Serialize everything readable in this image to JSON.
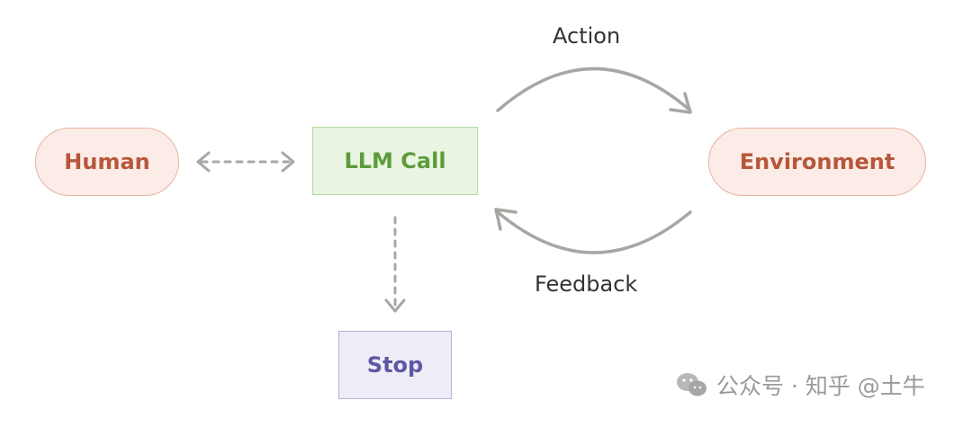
{
  "diagram": {
    "nodes": {
      "human": "Human",
      "llm_call": "LLM Call",
      "environment": "Environment",
      "stop": "Stop"
    },
    "edges": {
      "action": "Action",
      "feedback": "Feedback"
    }
  },
  "watermark": {
    "text": "公众号 · 知乎 @土牛"
  },
  "colors": {
    "human_env_fill": "#fbece7",
    "human_env_border": "#e8b3a1",
    "human_env_text": "#b5573b",
    "llm_fill": "#e9f5e2",
    "llm_border": "#b6d9a3",
    "llm_text": "#5d9b3b",
    "stop_fill": "#eeedf7",
    "stop_border": "#b4b1d6",
    "stop_text": "#5e58a4",
    "edge_gray": "#a7a7a4"
  }
}
